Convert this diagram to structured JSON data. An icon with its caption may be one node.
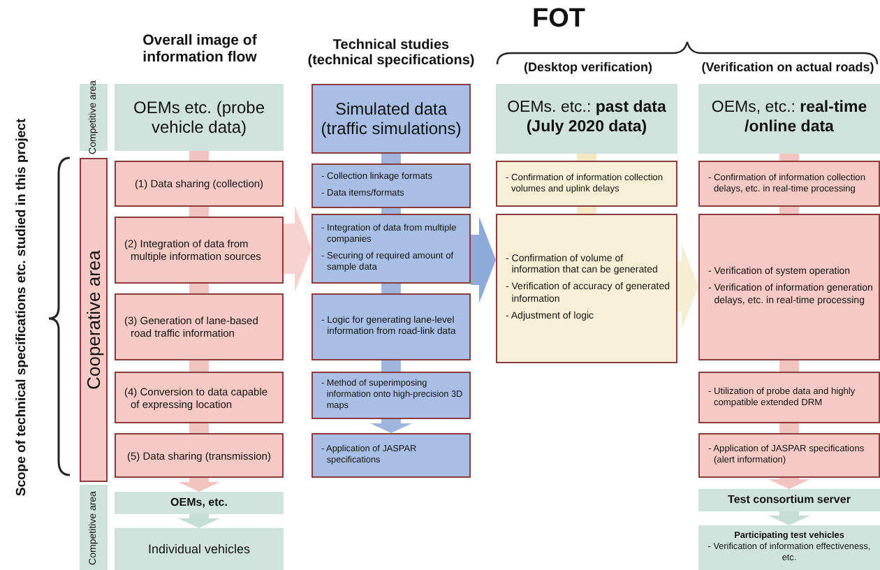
{
  "diagram": {
    "nodes": [
      {
        "text": [
          "Competitive area"
        ]
      },
      {
        "text": [
          "OEMs etc. (probe vehicle data)"
        ]
      },
      {
        "text": [
          "Simulated data (traffic simulations)"
        ]
      },
      {
        "text": [
          "OEMs. etc.: **past data (July 2020 data)**"
        ]
      },
      {
        "text": [
          "OEMs, etc.: **real-time /online data**"
        ]
      },
      {
        "text": [
          "Cooperative area"
        ]
      },
      {
        "text": [
          "(1) Data sharing (collection)"
        ]
      },
      {
        "text": [
          "- Collection linkage formats",
          "- Data items/formats"
        ]
      },
      {
        "text": [
          "- Confirmation of information collection volumes and uplink delays"
        ]
      },
      {
        "text": [
          "- Confirmation of information collection delays, etc. in real-time processing"
        ]
      },
      {
        "text": [
          "(2) Integration of data from multiple information sources"
        ]
      },
      {
        "text": [
          "- Integration of data from multiple companies",
          "- Securing of required amount of sample data"
        ]
      },
      {
        "text": [
          "- Confirmation of volume of information that can be generated",
          "- Verification of accuracy of generated information",
          "- Adjustment of logic"
        ]
      },
      {
        "text": [
          "- Verification of system operation",
          "- Verification of information generation delays, etc. in real-time processing"
        ]
      },
      {
        "text": [
          "(3) Generation of lane-based road traffic information"
        ]
      },
      {
        "text": [
          "- Logic for generating lane-level information from road-link data"
        ]
      },
      {
        "text": [
          "(4) Conversion to data capable of expressing location"
        ]
      },
      {
        "text": [
          "- Method of superimposing information onto high-precision 3D maps"
        ]
      },
      {
        "text": [
          "- Utilization of probe data and highly compatible extended DRM"
        ]
      },
      {
        "text": [
          "(5) Data sharing (transmission)"
        ]
      },
      {
        "text": [
          "- Application of JASPAR specifications"
        ]
      },
      {
        "text": [
          "- Application of JASPAR specifications (alert information)"
        ]
      },
      {
        "text": [
          "Competitive area"
        ]
      },
      {
        "text": [
          "OEMs, etc."
        ]
      },
      {
        "text": [
          "Test consortium server"
        ]
      },
      {
        "text": [
          "Individual vehicles"
        ]
      },
      {
        "text": [
          "Participating test vehicles",
          "- Verification of information effectiveness, etc."
        ]
      }
    ],
    "edges": [
      {
        "from": 1,
        "to": 6,
        "arrow": "none",
        "color": "#f3c4bf"
      },
      {
        "from": 6,
        "to": 10,
        "arrow": "none",
        "color": "#f3c4bf"
      },
      {
        "from": 10,
        "to": 14,
        "arrow": "none",
        "color": "#f3c4bf"
      },
      {
        "from": 14,
        "to": 16,
        "arrow": "none",
        "color": "#f3c4bf"
      },
      {
        "from": 16,
        "to": 19,
        "arrow": "none",
        "color": "#f3c4bf"
      },
      {
        "from": 19,
        "to": 23,
        "arrow": "to",
        "color": "#f3c4bf"
      },
      {
        "from": 23,
        "to": 25,
        "arrow": "to",
        "color": "#c6dfd6"
      },
      {
        "from": 2,
        "to": 7,
        "arrow": "none",
        "color": "#9fb5de"
      },
      {
        "from": 7,
        "to": 11,
        "arrow": "none",
        "color": "#9fb5de"
      },
      {
        "from": 11,
        "to": 15,
        "arrow": "none",
        "color": "#9fb5de"
      },
      {
        "from": 15,
        "to": 17,
        "arrow": "none",
        "color": "#9fb5de"
      },
      {
        "from": 17,
        "to": 20,
        "arrow": "to",
        "color": "#9fb5de"
      },
      {
        "from": 3,
        "to": 8,
        "arrow": "none",
        "color": "#f4e9c4"
      },
      {
        "from": 8,
        "to": 12,
        "arrow": "none",
        "color": "#f4e9c4"
      },
      {
        "from": 4,
        "to": 9,
        "arrow": "none",
        "color": "#f3c4bf"
      },
      {
        "from": 9,
        "to": 13,
        "arrow": "none",
        "color": "#f3c4bf"
      },
      {
        "from": 13,
        "to": 18,
        "arrow": "none",
        "color": "#f3c4bf"
      },
      {
        "from": 18,
        "to": 21,
        "arrow": "none",
        "color": "#f3c4bf"
      },
      {
        "from": 21,
        "to": 24,
        "arrow": "to",
        "color": "#f3c4bf"
      },
      {
        "from": 24,
        "to": 26,
        "arrow": "to",
        "color": "#c6dfd6"
      },
      {
        "from": 10,
        "to": 11,
        "arrow": "to",
        "style": "thick",
        "color": "#f7d2ce"
      },
      {
        "from": 11,
        "to": 12,
        "arrow": "to",
        "style": "thick",
        "color": "#8eaadb"
      },
      {
        "from": 12,
        "to": 13,
        "arrow": "to",
        "style": "thick",
        "color": "#f6eed2"
      }
    ],
    "labels": [
      "Overall image of information flow",
      "Technical studies (technical specifications)",
      "FOT",
      "(Desktop verification)",
      "(Verification on actual roads)",
      "Scope of technical specifications etc. studied in this project"
    ]
  }
}
